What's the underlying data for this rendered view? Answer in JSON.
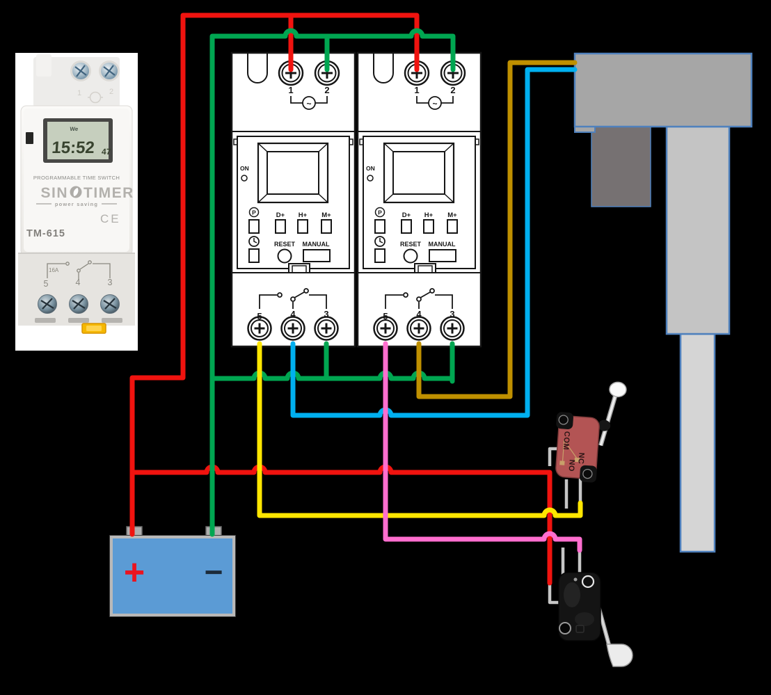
{
  "colors": {
    "background": "#000000",
    "wire_red": "#f0130f",
    "wire_green": "#00a651",
    "wire_yellow": "#ffe600",
    "wire_blue": "#00b0f0",
    "wire_pink": "#ff6ecf",
    "wire_gold": "#bf9000",
    "wire_pin_gray": "#c6c6c6",
    "outline_steel_blue": "#4f81bd",
    "actuator_housing": "#a6a6a6",
    "actuator_block": "#767172",
    "actuator_column": "#c4c4c4",
    "actuator_rod": "#d5d5d5",
    "battery_fill": "#5b9bd5",
    "battery_border": "#b9b9b9",
    "battery_plus_red": "#ea1420",
    "battery_minus_dark": "#1c2b3a",
    "upper_switch_body": "#b35454",
    "lower_switch_body": "#141414",
    "din_clip_yellow": "#f5b800"
  },
  "product_photo": {
    "type_label": "PROGRAMMABLE  TIME  SWITCH",
    "brand_prefix": "SIN",
    "brand_suffix": "TIMER",
    "tagline": "power saving",
    "certification": "CE",
    "model": "TM-615",
    "lcd": {
      "day": "We",
      "time": "15:52",
      "seconds": "47"
    },
    "current_rating": "16A",
    "top_terminals": [
      "1",
      "2"
    ],
    "bottom_terminals": [
      "5",
      "4",
      "3"
    ]
  },
  "timers": [
    {
      "id": "timer-1",
      "power_led_label": "ON",
      "ac_symbol": "~",
      "top_terminals": [
        "1",
        "2"
      ],
      "bottom_terminals": [
        "5",
        "4",
        "3"
      ],
      "buttons": {
        "program": "P",
        "day": "D+",
        "hour": "H+",
        "minute": "M+"
      },
      "reset_label": "RESET",
      "manual_label": "MANUAL"
    },
    {
      "id": "timer-2",
      "power_led_label": "ON",
      "ac_symbol": "~",
      "top_terminals": [
        "1",
        "2"
      ],
      "bottom_terminals": [
        "5",
        "4",
        "3"
      ],
      "buttons": {
        "program": "P",
        "day": "D+",
        "hour": "H+",
        "minute": "M+"
      },
      "reset_label": "RESET",
      "manual_label": "MANUAL"
    }
  ],
  "battery": {
    "positive_label": "+",
    "negative_label": "−"
  },
  "upper_limit_switch": {
    "com_label": "COM",
    "nc_label": "NC",
    "no_label": "NO"
  }
}
